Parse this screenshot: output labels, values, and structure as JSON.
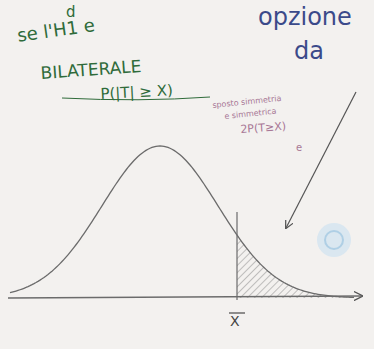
{
  "diagram": {
    "labels": [
      "d",
      "se l'H1 e",
      "BILATERALE",
      "P(|T| ≥ X)",
      "opzione",
      "da",
      "sposto simmetria",
      "e simmetrica",
      "2P(T≥X)",
      "e",
      "X"
    ]
  }
}
